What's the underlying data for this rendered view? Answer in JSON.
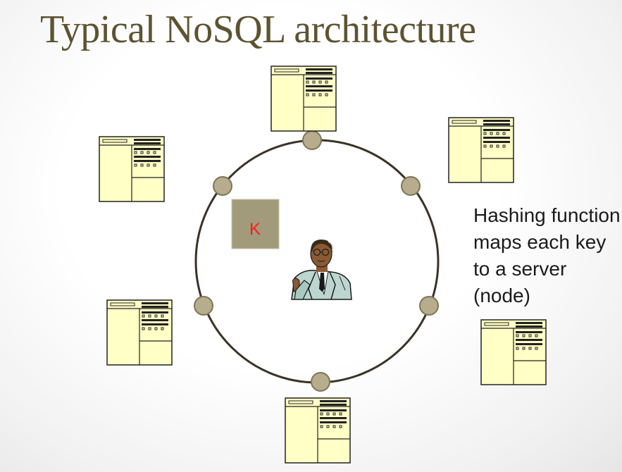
{
  "slide": {
    "title": "Typical NoSQL architecture",
    "caption": "Hashing function maps each key to a server (node)"
  },
  "diagram": {
    "key_label": "K",
    "colors": {
      "ring": "#3a3325",
      "node_fill": "#b7ad8c",
      "node_stroke": "#7d7558",
      "key_box": "#a19b7c",
      "server_fill": "#ffffc6",
      "server_stroke": "#222222",
      "key_text": "#ff1a1a"
    },
    "nodes": [
      "node-top",
      "node-upper-right",
      "node-lower-right",
      "node-bottom",
      "node-lower-left",
      "node-upper-left"
    ],
    "servers": [
      "server-top",
      "server-upper-right",
      "server-right",
      "server-bottom",
      "server-lower-left",
      "server-upper-left"
    ]
  }
}
